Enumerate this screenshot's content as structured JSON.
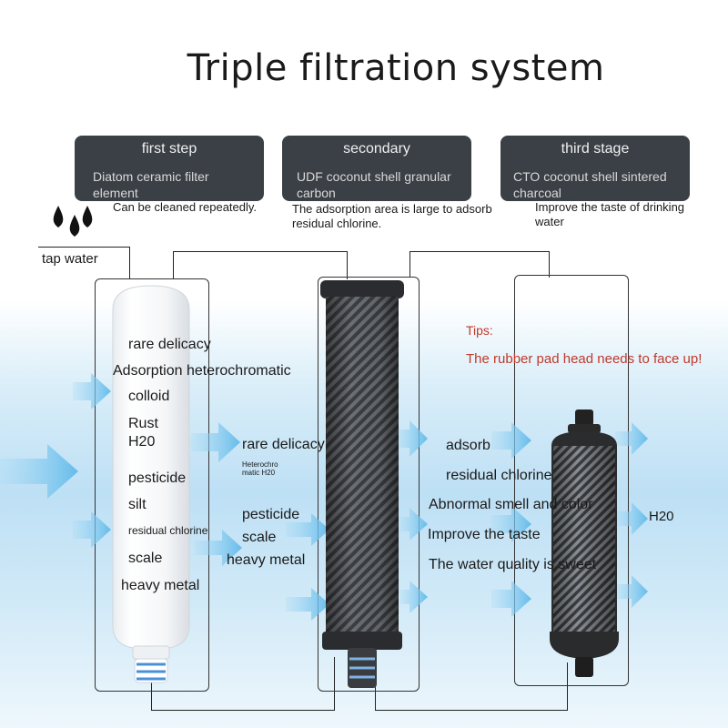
{
  "title": "Triple filtration system",
  "stages": [
    {
      "step": "first step",
      "desc": "Diatom ceramic filter element",
      "note": "Can be cleaned repeatedly."
    },
    {
      "step": "secondary",
      "desc": "UDF coconut shell granular carbon",
      "note": "The adsorption area is large to adsorb residual chlorine."
    },
    {
      "step": "third stage",
      "desc": "CTO coconut shell sintered charcoal",
      "note": "Improve the taste of drinking water"
    }
  ],
  "tap_water": "tap water",
  "first_filter_labels": [
    "rare delicacy",
    "Adsorption heterochromatic",
    "colloid",
    "Rust",
    "H20",
    "pesticide",
    "silt",
    "residual chlorine",
    "scale",
    "heavy metal"
  ],
  "second_filter_labels": [
    "rare delicacy",
    "Heterochro",
    "matic H20",
    "pesticide",
    "scale",
    "heavy metal"
  ],
  "third_filter_labels": [
    "adsorb",
    "residual chlorine",
    "Abnormal smell and color",
    "Improve the taste",
    "The water quality is sweet"
  ],
  "output_label": "H20",
  "tips": {
    "heading": "Tips:",
    "text": "The rubber pad head needs to face up!"
  },
  "colors": {
    "card_bg": "#3b4046",
    "tips_text": "#c0392b",
    "arrow": "#7cc6ee",
    "water_bg": "#cfe8f6"
  }
}
